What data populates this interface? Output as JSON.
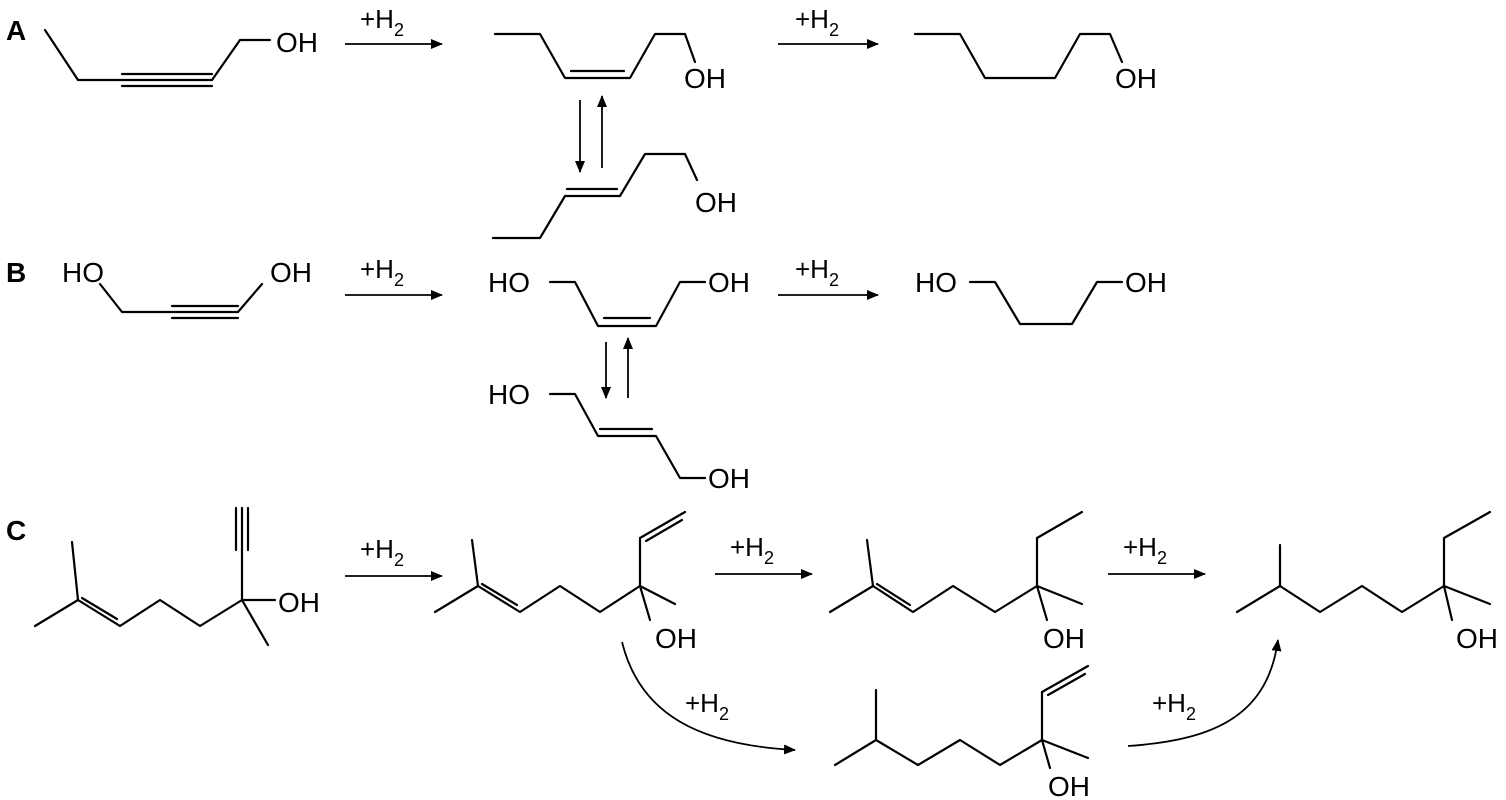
{
  "panels": {
    "a": "A",
    "b": "B",
    "c": "C"
  },
  "labels": {
    "oh": "OH",
    "ho": "HO"
  },
  "reagent": {
    "text": "+H",
    "subscript": "2"
  },
  "colors": {
    "ink": "#000000",
    "background": "#ffffff"
  }
}
